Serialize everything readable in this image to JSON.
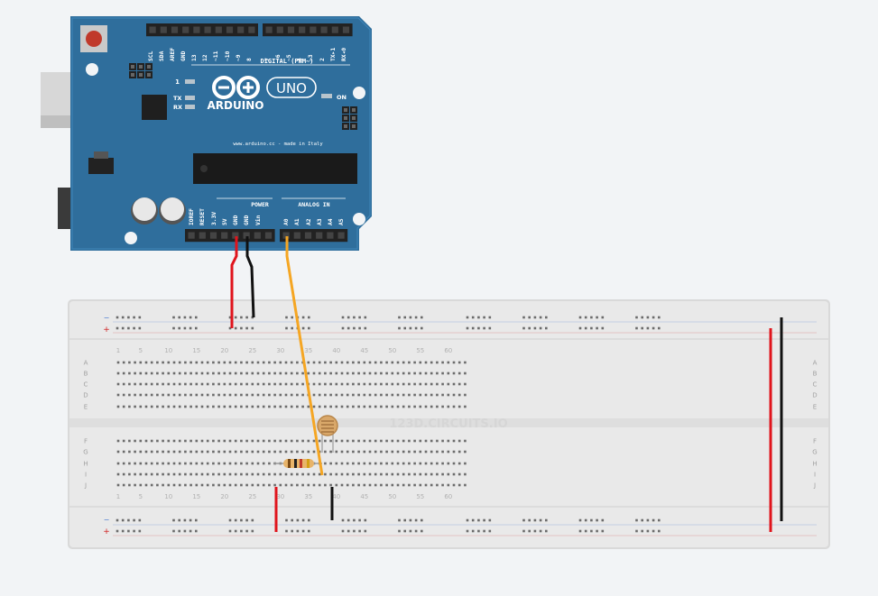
{
  "arduino": {
    "brand": "ARDUINO",
    "model": "UNO",
    "url": "www.arduino.cc - made in Italy",
    "digital_label": "DIGITAL (PWM~)",
    "power_label": "POWER",
    "analog_label": "ANALOG IN",
    "on_label": "ON",
    "tx_label": "TX",
    "rx_label": "RX",
    "led_one_label": "1",
    "digital_pins": [
      "SCL",
      "SDA",
      "AREF",
      "GND",
      "13",
      "12",
      "~11",
      "~10",
      "~9",
      "8",
      "7",
      "~6",
      "~5",
      "4",
      "~3",
      "2",
      "TX▸1",
      "RX◂0"
    ],
    "power_pins": [
      "IOREF",
      "RESET",
      "3.3V",
      "5V",
      "GND",
      "GND",
      "Vin"
    ],
    "analog_pins": [
      "A0",
      "A1",
      "A2",
      "A3",
      "A4",
      "A5"
    ]
  },
  "breadboard": {
    "watermark": "123D.CIRCUITS.IO",
    "column_numbers": [
      "1",
      "5",
      "10",
      "15",
      "20",
      "25",
      "30",
      "35",
      "40",
      "45",
      "50",
      "55",
      "60"
    ],
    "row_letters_top": [
      "A",
      "B",
      "C",
      "D",
      "E"
    ],
    "row_letters_bottom": [
      "F",
      "G",
      "H",
      "I",
      "J"
    ],
    "rail_minus": "−",
    "rail_plus": "+"
  },
  "colors": {
    "board_blue": "#2f6e9c",
    "wire_red": "#e0141c",
    "wire_black": "#111111",
    "wire_yellow": "#f5a623"
  }
}
